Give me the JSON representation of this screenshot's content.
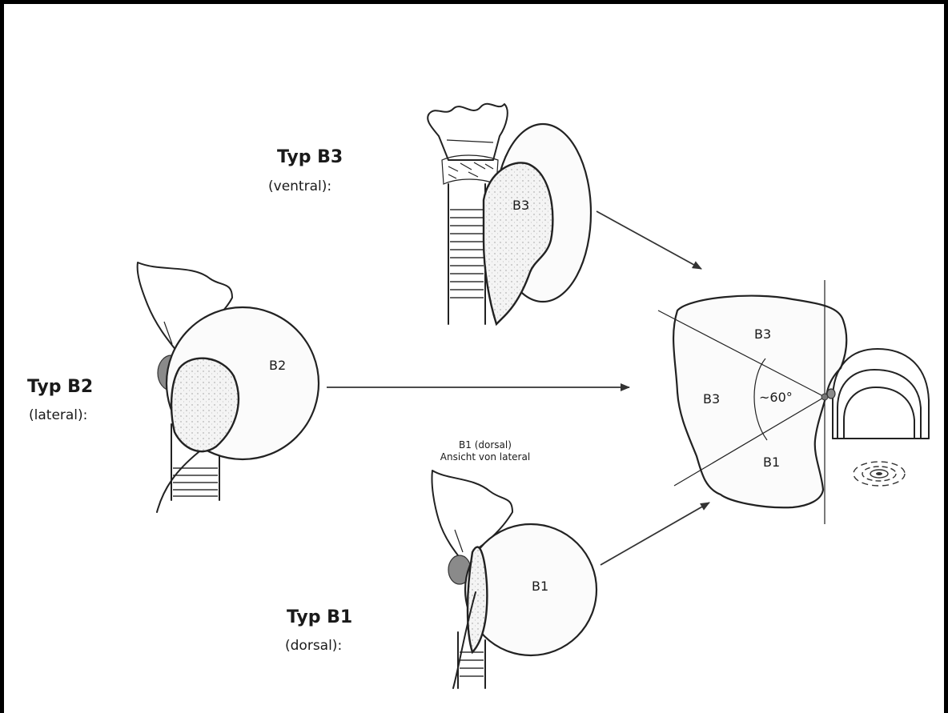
{
  "labels": {
    "typ_b3_title": "Typ B3",
    "typ_b3_sub": "(ventral):",
    "typ_b2_title": "Typ B2",
    "typ_b2_sub": "(lateral):",
    "typ_b1_title": "Typ B1",
    "typ_b1_sub": "(dorsal):",
    "b1_view_line1": "B1 (dorsal)",
    "b1_view_line2": "Ansicht von lateral",
    "gland_b3": "B3",
    "gland_b2": "B2",
    "gland_b1": "B1",
    "section_b3_top": "B3",
    "section_b3_left": "B3",
    "section_b1": "B1",
    "angle": "~60°"
  },
  "colors": {
    "ink": "#222222",
    "frame": "#000000",
    "background": "#ffffff"
  }
}
